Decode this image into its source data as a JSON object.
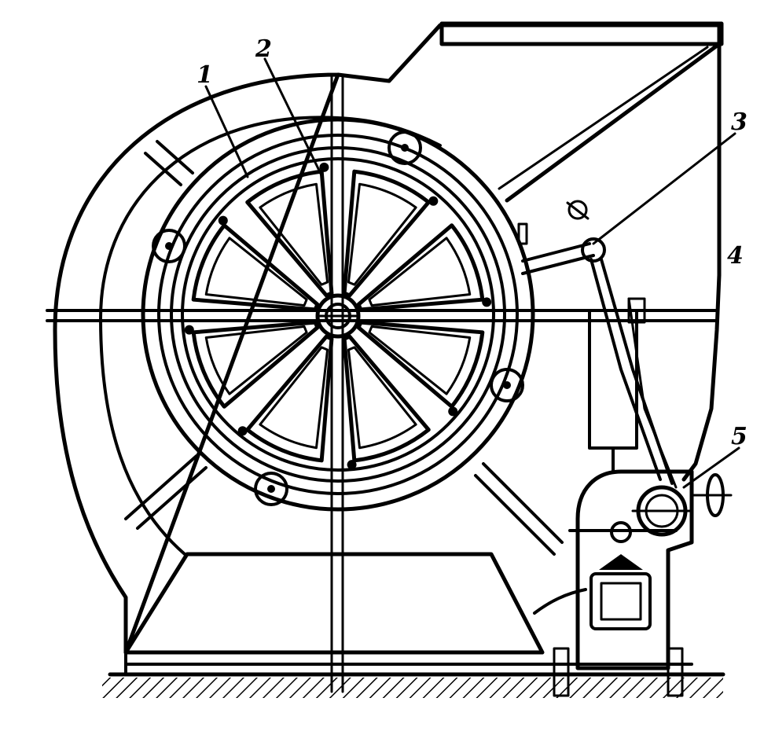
{
  "figure": {
    "ink_color": "#000000",
    "paper_color": "#ffffff",
    "callouts": [
      {
        "id": "1",
        "label": "1"
      },
      {
        "id": "2",
        "label": "2"
      },
      {
        "id": "3",
        "label": "3"
      },
      {
        "id": "4",
        "label": "4"
      },
      {
        "id": "5",
        "label": "5"
      }
    ]
  }
}
